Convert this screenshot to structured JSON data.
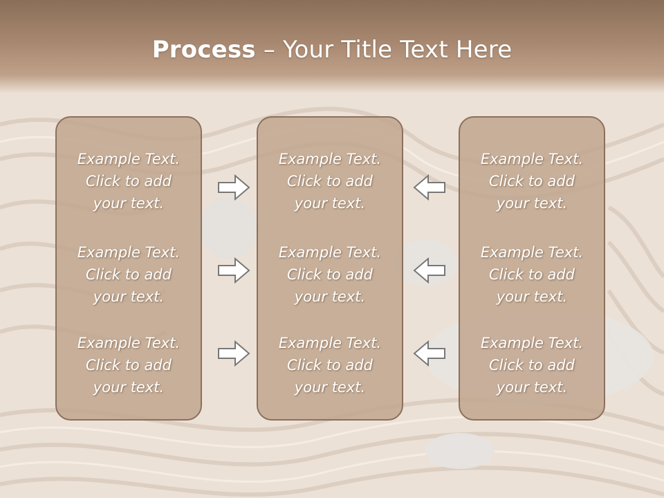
{
  "slide": {
    "title_bold": "Process",
    "title_rest": " – Your Title Text Here"
  },
  "panels": [
    {
      "items": [
        {
          "line1": "Example Text.",
          "line2": "Click  to add",
          "line3": "your text."
        },
        {
          "line1": "Example Text.",
          "line2": "Click  to add",
          "line3": "your text."
        },
        {
          "line1": "Example Text.",
          "line2": "Click  to add",
          "line3": "your text."
        }
      ]
    },
    {
      "items": [
        {
          "line1": "Example Text.",
          "line2": "Click  to add",
          "line3": "your text."
        },
        {
          "line1": "Example Text.",
          "line2": "Click  to add",
          "line3": "your text."
        },
        {
          "line1": "Example Text.",
          "line2": "Click  to add",
          "line3": "your text."
        }
      ]
    },
    {
      "items": [
        {
          "line1": "Example Text.",
          "line2": "Click  to add",
          "line3": "your text."
        },
        {
          "line1": "Example Text.",
          "line2": "Click  to add",
          "line3": "your text."
        },
        {
          "line1": "Example Text.",
          "line2": "Click  to add",
          "line3": "your text."
        }
      ]
    }
  ],
  "arrows": {
    "left_group": "arrow-right-icon",
    "right_group": "arrow-left-icon"
  },
  "colors": {
    "header": "#a7876f",
    "panel_fill": "#c1a791",
    "panel_border": "#8b705d",
    "sand": "#ece1d6"
  }
}
